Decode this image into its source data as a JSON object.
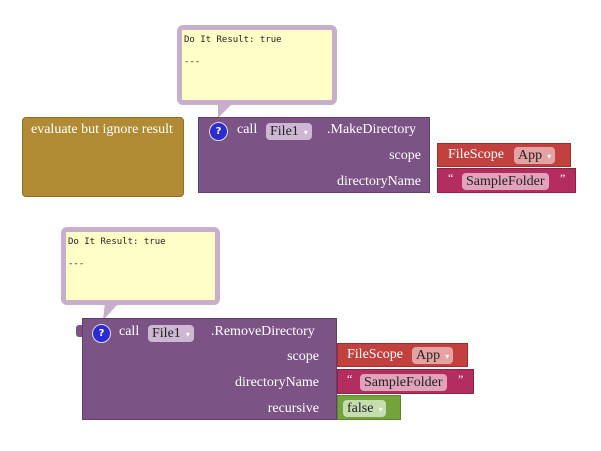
{
  "block1": {
    "outer_label": "evaluate but ignore result",
    "call": "call",
    "component": "File1",
    "method": ".MakeDirectory",
    "args": [
      "scope",
      "directoryName"
    ],
    "scope_block": "FileScope",
    "scope_value": "App",
    "open_quote": "“",
    "string_value": "SampleFolder",
    "close_quote": "”",
    "result_line": "Do It Result: true",
    "result_sep": "---"
  },
  "block2": {
    "call": "call",
    "component": "File1",
    "method": ".RemoveDirectory",
    "args": [
      "scope",
      "directoryName",
      "recursive"
    ],
    "scope_block": "FileScope",
    "scope_value": "App",
    "open_quote": "“",
    "string_value": "SampleFolder",
    "close_quote": "”",
    "recursive_value": "false",
    "result_line": "Do It Result: true",
    "result_sep": "---"
  },
  "help_glyph": "?",
  "dropdown_arrow": "▾"
}
